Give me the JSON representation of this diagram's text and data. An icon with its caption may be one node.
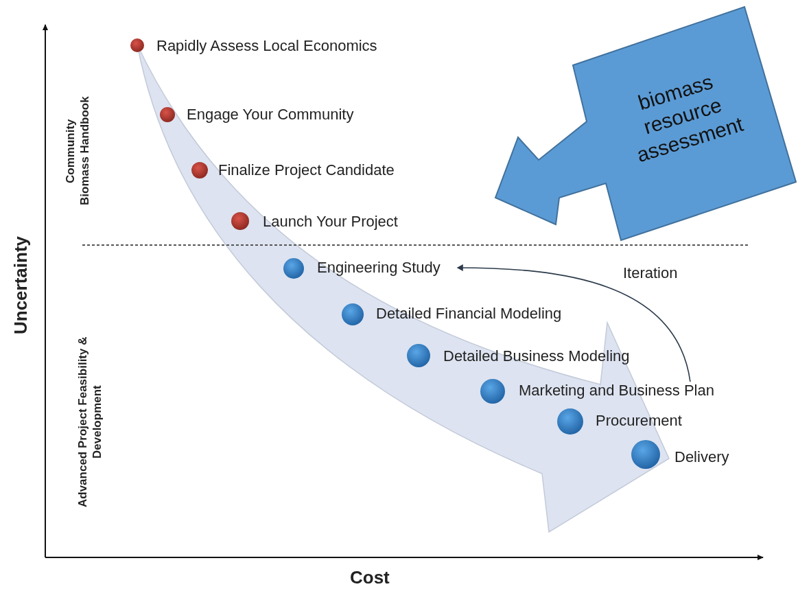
{
  "diagram": {
    "nodes": [
      {
        "text": [
          "Rapidly Assess Local Economics"
        ]
      },
      {
        "text": [
          "Engage Your Community"
        ]
      },
      {
        "text": [
          "Finalize Project Candidate"
        ]
      },
      {
        "text": [
          "Launch Your Project"
        ]
      },
      {
        "text": [
          "Engineering Study"
        ]
      },
      {
        "text": [
          "Detailed Financial Modeling"
        ]
      },
      {
        "text": [
          "Detailed Business Modeling"
        ]
      },
      {
        "text": [
          "Marketing and Business Plan"
        ]
      },
      {
        "text": [
          "Procurement"
        ]
      },
      {
        "text": [
          "Delivery"
        ]
      },
      {
        "text": [
          "biomass resource assessment"
        ]
      }
    ],
    "edges": [
      {
        "from": 7,
        "to": 4,
        "arrow": "to",
        "label": "Iteration"
      }
    ],
    "labels": [
      "Community Biomass Handbook",
      "Uncertainty",
      "Advanced Project Feasibility & Development",
      "Cost"
    ]
  }
}
